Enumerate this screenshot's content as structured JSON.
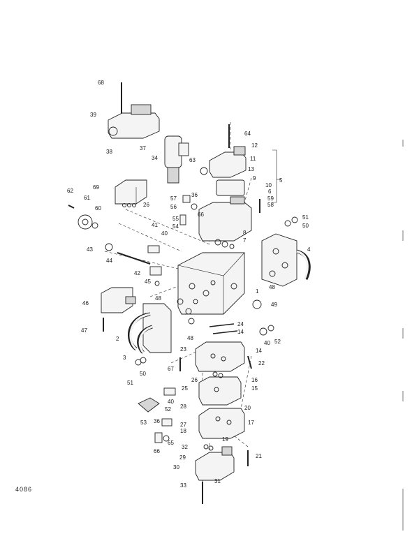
{
  "figure_number": "4086",
  "callouts": [
    "68",
    "39",
    "64",
    "12",
    "38",
    "37",
    "34",
    "63",
    "11",
    "13",
    "9",
    "5",
    "10",
    "6",
    "59",
    "58",
    "62",
    "69",
    "57",
    "36",
    "61",
    "56",
    "66",
    "26",
    "60",
    "55",
    "54",
    "41",
    "40",
    "51",
    "50",
    "8",
    "7",
    "4",
    "43",
    "44",
    "42",
    "45",
    "48",
    "1",
    "49",
    "46",
    "48",
    "24",
    "14",
    "40",
    "52",
    "47",
    "2",
    "48",
    "23",
    "14",
    "3",
    "67",
    "22",
    "51",
    "50",
    "26",
    "16",
    "25",
    "15",
    "52",
    "40",
    "28",
    "20",
    "53",
    "36",
    "17",
    "27",
    "18",
    "65",
    "19",
    "66",
    "32",
    "21",
    "29",
    "30",
    "31",
    "33"
  ],
  "colors": {
    "ink": "#222222",
    "paper": "#ffffff"
  }
}
